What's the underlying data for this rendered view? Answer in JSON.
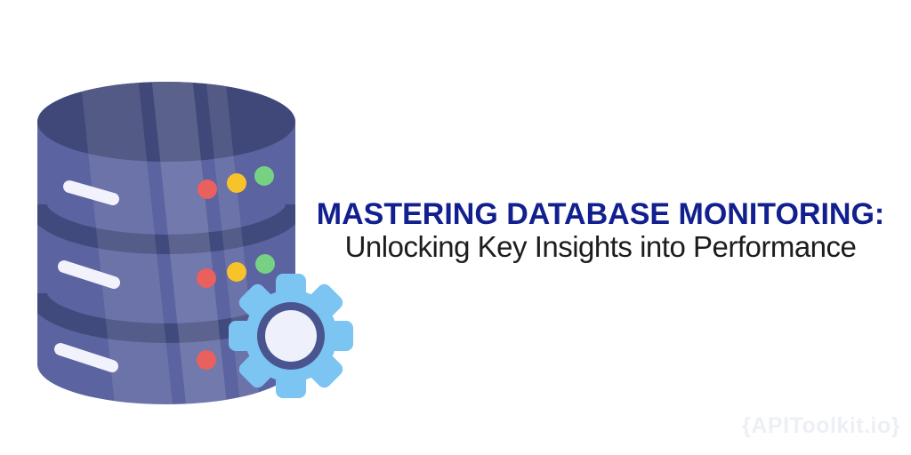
{
  "header": {
    "title": "MASTERING DATABASE MONITORING:",
    "subtitle": "Unlocking Key Insights into Performance",
    "title_color": "#12208f",
    "subtitle_color": "#1d1d1f"
  },
  "watermark": {
    "text": "{APIToolkit.io}",
    "color": "#edeff6"
  },
  "illustration": {
    "name": "database-with-gear",
    "colors": {
      "body": "#5b64a0",
      "top_lid": "#3f4878",
      "tier_band": "#414a7c",
      "highlight_pill": "#f2f2fc",
      "dot_red": "#e9605e",
      "dot_yellow": "#f7c32b",
      "dot_green": "#77d183",
      "gear": "#7cc4f2",
      "gear_ring": "#4a5590",
      "gear_center": "#eef0fb"
    },
    "status_dots": [
      {
        "tier": 1,
        "dots": [
          "red",
          "yellow",
          "green"
        ]
      },
      {
        "tier": 2,
        "dots": [
          "red",
          "yellow",
          "green"
        ]
      },
      {
        "tier": 3,
        "dots": [
          "red"
        ]
      }
    ]
  }
}
